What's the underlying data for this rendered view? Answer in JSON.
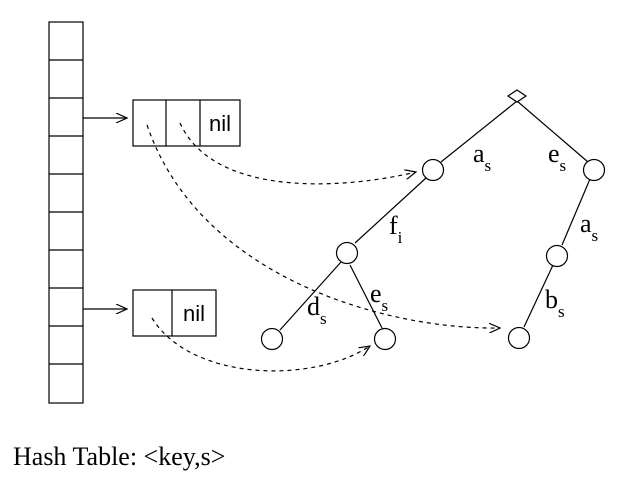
{
  "hash_table": {
    "caption": "Hash Table: <key,s>",
    "slot_count": 10,
    "bucket_lists": [
      {
        "cells": [
          "",
          "",
          "nil"
        ]
      },
      {
        "cells": [
          "",
          "nil"
        ]
      }
    ]
  },
  "trie": {
    "edges": [
      {
        "label": "a",
        "sub": "s"
      },
      {
        "label": "e",
        "sub": "s"
      },
      {
        "label": "f",
        "sub": "i"
      },
      {
        "label": "a",
        "sub": "s"
      },
      {
        "label": "d",
        "sub": "s"
      },
      {
        "label": "e",
        "sub": "s"
      },
      {
        "label": "b",
        "sub": "s"
      }
    ]
  }
}
